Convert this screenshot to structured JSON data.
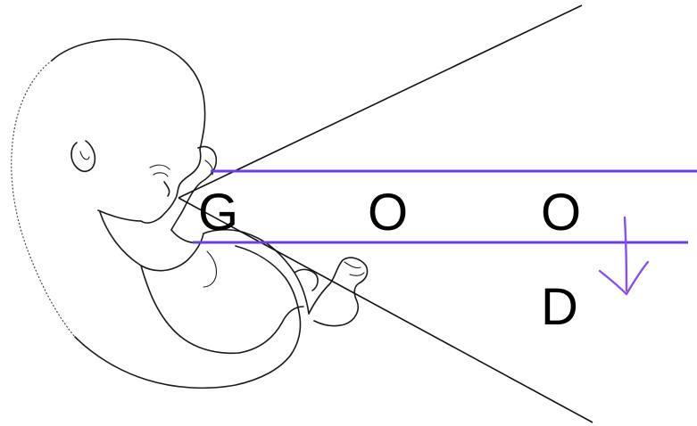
{
  "diagram": {
    "letters": [
      "G",
      "O",
      "O"
    ],
    "falling_letter": "D",
    "colors": {
      "band_line": "#6b3fe0",
      "arrow": "#8a4fe8",
      "ray": "#111111",
      "sketch": "#1a1a1a"
    },
    "icons": {
      "figure": "fetus-sketch",
      "arrow": "down-arrow-handdrawn"
    }
  }
}
